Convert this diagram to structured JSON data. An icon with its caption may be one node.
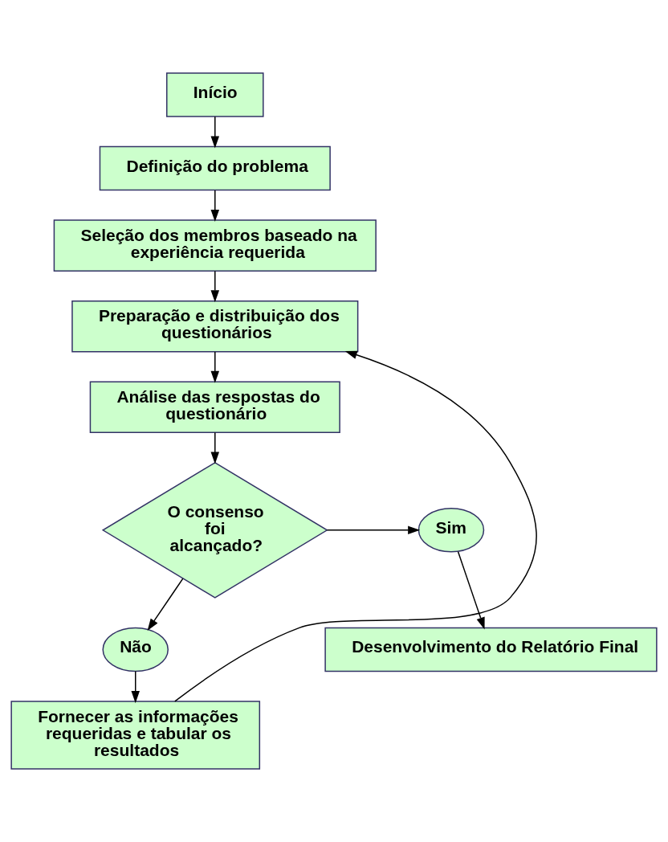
{
  "diagram": {
    "nodes": [
      {
        "text": [
          "Início"
        ]
      },
      {
        "text": [
          "Definição do problema"
        ]
      },
      {
        "text": [
          "Seleção dos membros baseado na experiência requerida"
        ]
      },
      {
        "text": [
          "Preparação e distribuição dos questionários"
        ]
      },
      {
        "text": [
          "Análise das respostas do questionário"
        ]
      },
      {
        "text": [
          "O consenso foi alcançado?"
        ]
      },
      {
        "text": [
          "Sim"
        ]
      },
      {
        "text": [
          "Não"
        ]
      },
      {
        "text": [
          "Fornecer as informações requeridas e tabular os resultados"
        ]
      },
      {
        "text": [
          "Desenvolvimento do Relatório Final"
        ]
      }
    ],
    "edges": [
      {
        "from": 0,
        "to": 1,
        "arrow": "to"
      },
      {
        "from": 1,
        "to": 2,
        "arrow": "to"
      },
      {
        "from": 2,
        "to": 3,
        "arrow": "to"
      },
      {
        "from": 3,
        "to": 4,
        "arrow": "to"
      },
      {
        "from": 4,
        "to": 5,
        "arrow": "to"
      },
      {
        "from": 5,
        "to": 6,
        "arrow": "to"
      },
      {
        "from": 5,
        "to": 7,
        "arrow": "to"
      },
      {
        "from": 7,
        "to": 8,
        "arrow": "to"
      },
      {
        "from": 8,
        "to": 3,
        "arrow": "to"
      },
      {
        "from": 6,
        "to": 9,
        "arrow": "to"
      }
    ]
  }
}
